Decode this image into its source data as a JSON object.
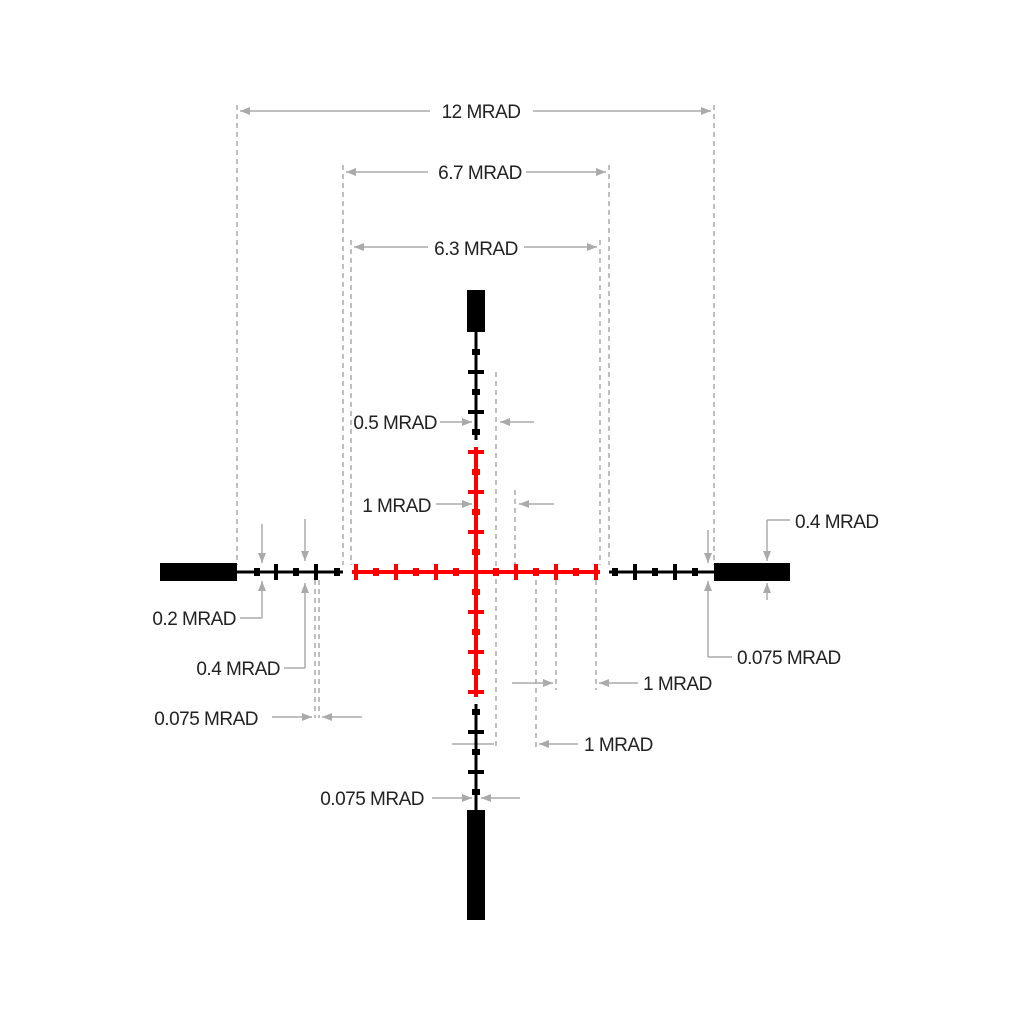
{
  "labels": {
    "span_12": "12 MRAD",
    "span_6_7": "6.7 MRAD",
    "span_6_3": "6.3 MRAD",
    "vert_0_5": "0.5 MRAD",
    "vert_1": "1 MRAD",
    "right_0_4": "0.4 MRAD",
    "left_0_2": "0.2 MRAD",
    "left_0_4": "0.4 MRAD",
    "left_0_075": "0.075 MRAD",
    "right_0_075": "0.075 MRAD",
    "horiz_1_a": "1 MRAD",
    "horiz_1_b": "1 MRAD",
    "bottom_0_075": "0.075 MRAD"
  },
  "colors": {
    "reticle": "#000000",
    "center": "#ff0000",
    "dimension": "#aaaaaa"
  }
}
